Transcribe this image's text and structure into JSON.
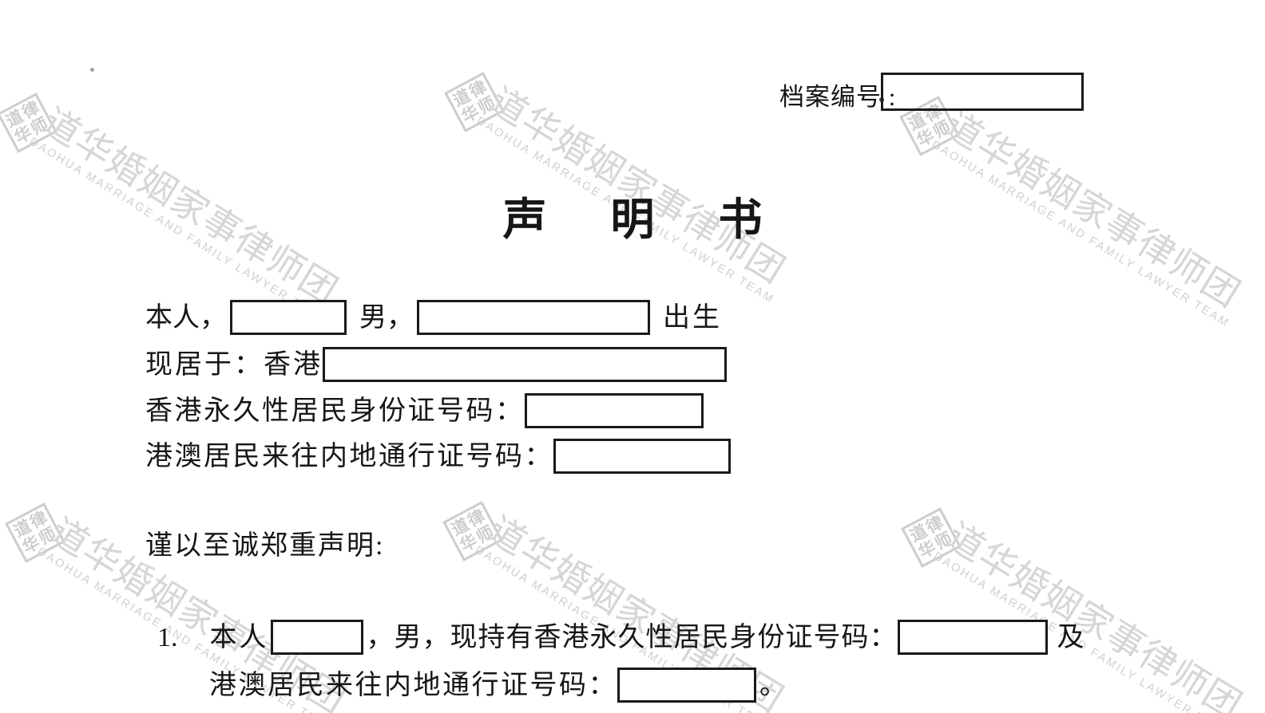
{
  "document": {
    "file_number": {
      "label": "档案编号 :",
      "value": ""
    },
    "title": "声明书",
    "line1": {
      "pre": "本人，",
      "mid": "男，",
      "post": "出生"
    },
    "line2": {
      "label": "现居于：香港"
    },
    "line3": {
      "label": "香港永久性居民身份证号码："
    },
    "line4": {
      "label": "港澳居民来往内地通行证号码："
    },
    "declaration_intro": "谨以至诚郑重声明:",
    "item1": {
      "number": "1.",
      "seg1": "本人",
      "seg2": "，男，现持有香港永久性居民身份证号码：",
      "seg3": "及",
      "line2_label": "港澳居民来往内地通行证号码：",
      "line2_end": "。"
    },
    "blanks": {
      "file_number": "",
      "name": "",
      "birth_date": "",
      "address": "",
      "hkid": "",
      "travel_permit": "",
      "item1_name": "",
      "item1_hkid": "",
      "item1_travel_permit": ""
    }
  },
  "watermark": {
    "seal_chars": [
      "道",
      "律",
      "华",
      "师"
    ],
    "cn": "道华婚姻家事律师团",
    "en": "DAOHUA MARRIAGE AND FAMILY LAWYER TEAM",
    "color": "#d6d6d6"
  }
}
